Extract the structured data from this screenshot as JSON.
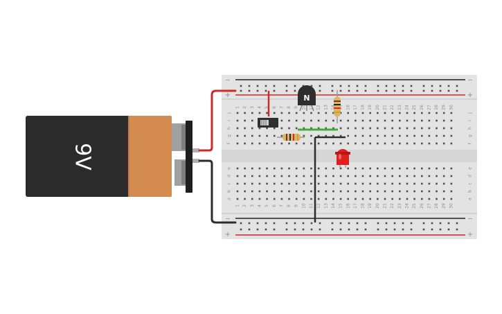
{
  "battery": {
    "label": "9V",
    "colors": {
      "body": "#2b2b2b",
      "wrap": "#d38b4f",
      "terminal": "#9a9a9a",
      "clip": "#1e1e1e"
    }
  },
  "breadboard": {
    "columns": 30,
    "column_numbers": [
      "1",
      "2",
      "3",
      "4",
      "5",
      "6",
      "7",
      "8",
      "9",
      "10",
      "11",
      "12",
      "13",
      "14",
      "15",
      "16",
      "17",
      "18",
      "19",
      "20",
      "21",
      "22",
      "23",
      "24",
      "25",
      "26",
      "27",
      "28",
      "29",
      "30"
    ],
    "row_letters_top": [
      "j",
      "i",
      "h",
      "g",
      "f"
    ],
    "row_letters_bottom": [
      "e",
      "d",
      "c",
      "b",
      "a"
    ],
    "rail_plus": "+",
    "rail_minus": "−",
    "colors": {
      "board": "#e3e3e3",
      "hole": "#4d4d4d",
      "rail_red": "#c62828",
      "rail_black": "#222222",
      "label": "#8c8c8c"
    }
  },
  "transistor": {
    "label": "N",
    "color": "#2d2d2d"
  },
  "components": {
    "switch": "slide-switch",
    "resistor_1": "resistor-horizontal",
    "resistor_2": "resistor-vertical",
    "led": "red-led",
    "led_color": "#e02020",
    "jumper_green": "#3fae35",
    "wire_red": "#cc2b2b",
    "wire_black": "#2c2c2c"
  }
}
